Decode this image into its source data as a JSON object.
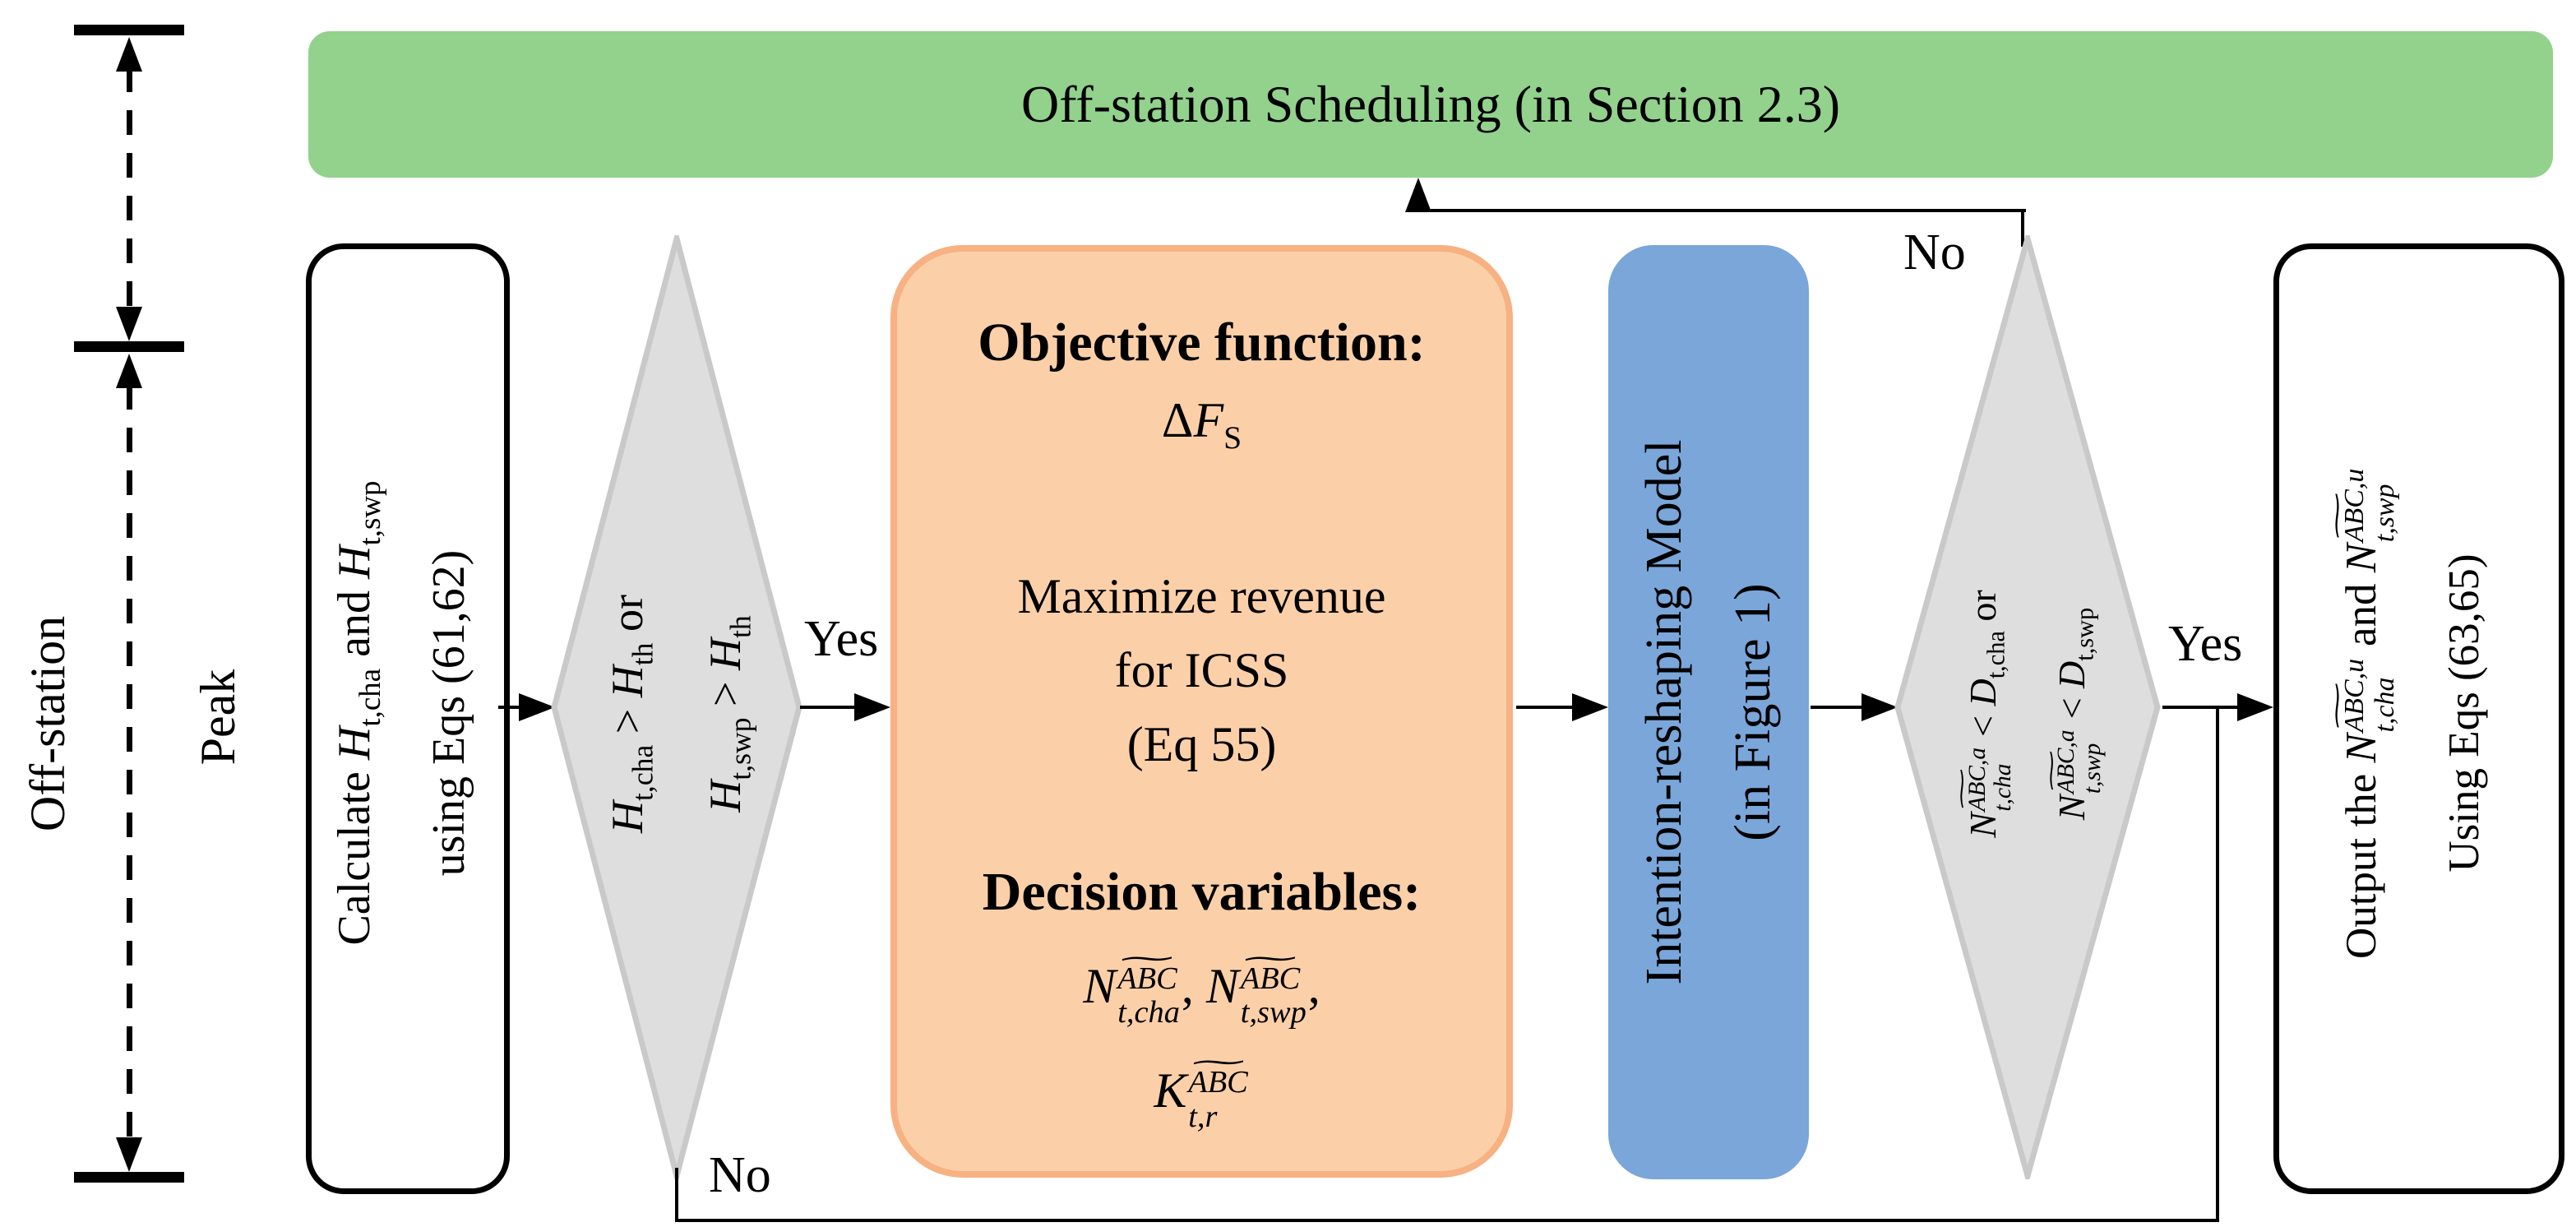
{
  "banner": {
    "label": "Off-station Scheduling (in Section 2.3)"
  },
  "side": {
    "off_station": "Off-station",
    "peak": "Peak"
  },
  "flow_labels": {
    "yes1": "Yes",
    "no1": "No",
    "yes2": "Yes",
    "no2": "No"
  },
  "colors": {
    "banner_green": "#92d28c",
    "objective_fill": "#fbd0a9",
    "objective_border": "#f7b183",
    "model_blue": "#7aa6d9",
    "diamond_fill": "#dedede",
    "diamond_border": "#c9c9c9",
    "line_black": "#000000"
  },
  "nodes": {
    "calculate": {
      "line1": [
        {
          "t": "Calculate "
        },
        {
          "t": "H",
          "i": 1
        },
        {
          "t": "t,cha",
          "i": 1,
          "sub": 1
        },
        {
          "t": " and "
        },
        {
          "t": "H",
          "i": 1
        },
        {
          "t": "t,swp",
          "i": 1,
          "sub": 1
        }
      ],
      "line2": [
        {
          "t": "using Eqs (61,62)"
        }
      ]
    },
    "diamond1": {
      "line1": [
        {
          "t": "H",
          "i": 1
        },
        {
          "t": "t,cha",
          "i": 1,
          "sub": 1
        },
        {
          "t": " > "
        },
        {
          "t": "H",
          "i": 1
        },
        {
          "t": "th",
          "i": 1,
          "sub": 1
        },
        {
          "t": " or"
        }
      ],
      "line2": [
        {
          "t": "H",
          "i": 1
        },
        {
          "t": "t,swp",
          "i": 1,
          "sub": 1
        },
        {
          "t": " > "
        },
        {
          "t": "H",
          "i": 1
        },
        {
          "t": "th",
          "i": 1,
          "sub": 1
        }
      ]
    },
    "objective": {
      "heading": "Objective function:",
      "delta": [
        {
          "t": "Δ"
        },
        {
          "t": "F",
          "i": 1
        },
        {
          "t": "S",
          "i": 1,
          "sub": 1
        }
      ],
      "line1": "Maximize revenue",
      "line2": "for ICSS",
      "line3": "(Eq 55)",
      "decision_heading": "Decision variables:",
      "vars1": [
        {
          "t": "N",
          "i": 1
        },
        {
          "stack": {
            "sup": [
              {
                "t": "ABC",
                "i": 1,
                "tilde": 1
              }
            ],
            "sub": [
              {
                "t": "t,cha",
                "i": 1
              }
            ]
          }
        },
        {
          "t": ", "
        },
        {
          "t": "N",
          "i": 1
        },
        {
          "stack": {
            "sup": [
              {
                "t": "ABC",
                "i": 1,
                "tilde": 1
              }
            ],
            "sub": [
              {
                "t": "t,swp",
                "i": 1
              }
            ]
          }
        },
        {
          "t": ","
        }
      ],
      "vars2": [
        {
          "t": "K",
          "i": 1
        },
        {
          "stack": {
            "sup": [
              {
                "t": "ABC",
                "i": 1,
                "tilde": 1
              }
            ],
            "sub": [
              {
                "t": "t,r",
                "i": 1
              }
            ]
          }
        }
      ]
    },
    "intention": {
      "line1": "Intention-reshaping Model",
      "line2": "(in Figure 1)"
    },
    "diamond2": {
      "line1": [
        {
          "t": "N",
          "i": 1
        },
        {
          "stack": {
            "sup": [
              {
                "t": "ABC",
                "i": 1,
                "tilde": 1
              },
              {
                "t": ",a",
                "i": 1
              }
            ],
            "sub": [
              {
                "t": "t,cha",
                "i": 1
              }
            ]
          }
        },
        {
          "t": " < "
        },
        {
          "t": "D",
          "i": 1
        },
        {
          "t": "t,cha",
          "i": 1,
          "sub": 1
        },
        {
          "t": " or"
        }
      ],
      "line2": [
        {
          "t": "N",
          "i": 1
        },
        {
          "stack": {
            "sup": [
              {
                "t": "ABC",
                "i": 1,
                "tilde": 1
              },
              {
                "t": ",a",
                "i": 1
              }
            ],
            "sub": [
              {
                "t": "t,swp",
                "i": 1
              }
            ]
          }
        },
        {
          "t": " < "
        },
        {
          "t": "D",
          "i": 1
        },
        {
          "t": "t,swp",
          "i": 1,
          "sub": 1
        }
      ]
    },
    "output": {
      "line1": [
        {
          "t": "Output the "
        },
        {
          "t": "N",
          "i": 1
        },
        {
          "stack": {
            "sup": [
              {
                "t": "ABC",
                "i": 1,
                "tilde": 1
              },
              {
                "t": ",u",
                "i": 1
              }
            ],
            "sub": [
              {
                "t": "t,cha",
                "i": 1
              }
            ]
          }
        },
        {
          "t": " and "
        },
        {
          "t": "N",
          "i": 1
        },
        {
          "stack": {
            "sup": [
              {
                "t": "ABC",
                "i": 1,
                "tilde": 1
              },
              {
                "t": ",u",
                "i": 1
              }
            ],
            "sub": [
              {
                "t": "t,swp",
                "i": 1
              }
            ]
          }
        }
      ],
      "line2": [
        {
          "t": "Using Eqs (63,65)"
        }
      ]
    }
  }
}
